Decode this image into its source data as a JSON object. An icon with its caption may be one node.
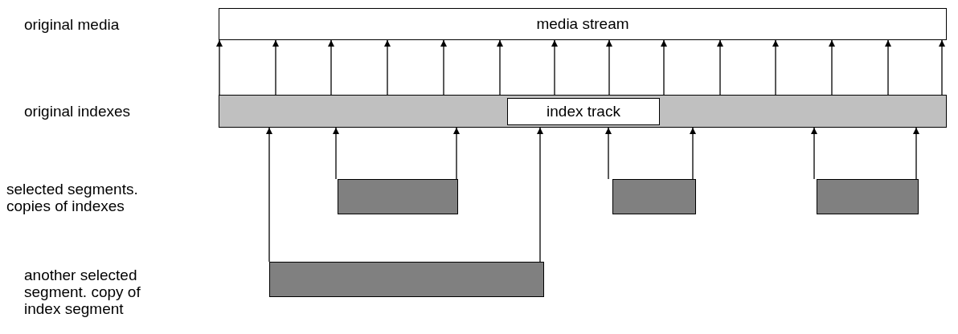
{
  "diagram": {
    "nodes": [
      {
        "text": [
          "media stream"
        ]
      },
      {
        "text": [],
        "shape": "bar"
      },
      {
        "text": [
          "index track"
        ],
        "in": 1
      },
      {
        "text": [],
        "shape": "bar"
      },
      {
        "text": [],
        "shape": "bar"
      },
      {
        "text": [],
        "shape": "bar"
      },
      {
        "text": [],
        "shape": "bar"
      }
    ],
    "edges": [
      {
        "from": 1,
        "to": 0,
        "arrow": "to"
      },
      {
        "from": 1,
        "to": 0,
        "arrow": "to"
      },
      {
        "from": 1,
        "to": 0,
        "arrow": "to"
      },
      {
        "from": 1,
        "to": 0,
        "arrow": "to"
      },
      {
        "from": 1,
        "to": 0,
        "arrow": "to"
      },
      {
        "from": 1,
        "to": 0,
        "arrow": "to"
      },
      {
        "from": 1,
        "to": 0,
        "arrow": "to"
      },
      {
        "from": 1,
        "to": 0,
        "arrow": "to"
      },
      {
        "from": 1,
        "to": 0,
        "arrow": "to"
      },
      {
        "from": 1,
        "to": 0,
        "arrow": "to"
      },
      {
        "from": 1,
        "to": 0,
        "arrow": "to"
      },
      {
        "from": 1,
        "to": 0,
        "arrow": "to"
      },
      {
        "from": 1,
        "to": 0,
        "arrow": "to"
      },
      {
        "from": 1,
        "to": 0,
        "arrow": "to"
      },
      {
        "from": 3,
        "to": 1,
        "arrow": "to"
      },
      {
        "from": 3,
        "to": 1,
        "arrow": "to"
      },
      {
        "from": 4,
        "to": 1,
        "arrow": "to"
      },
      {
        "from": 4,
        "to": 1,
        "arrow": "to"
      },
      {
        "from": 5,
        "to": 1,
        "arrow": "to"
      },
      {
        "from": 5,
        "to": 1,
        "arrow": "to"
      },
      {
        "from": 6,
        "to": 1,
        "arrow": "to"
      },
      {
        "from": 6,
        "to": 1,
        "arrow": "to"
      }
    ],
    "labels": [
      "original media",
      "original indexes",
      "selected segments. copies of indexes",
      "another selected segment. copy of index segment"
    ]
  }
}
